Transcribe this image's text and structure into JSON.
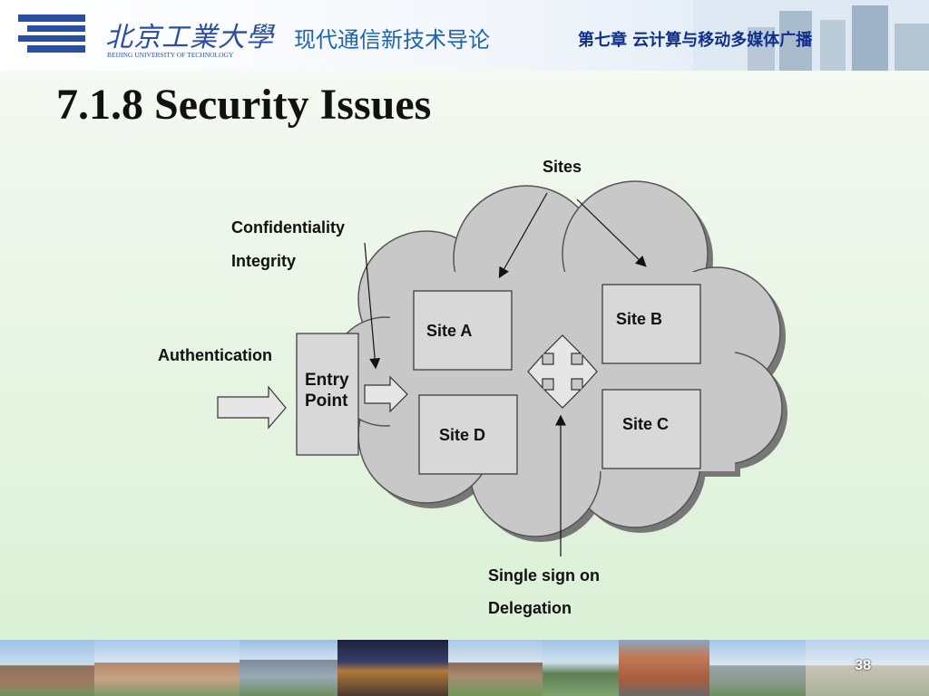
{
  "header": {
    "logo_cn": "北京工業大學",
    "logo_en": "BEIJING UNIVERSITY OF TECHNOLOGY",
    "course_title": "现代通信新技术导论",
    "chapter_title": "第七章 云计算与移动多媒体广播"
  },
  "slide": {
    "title": "7.1.8 Security Issues",
    "page_number": "38"
  },
  "diagram": {
    "sites_label": "Sites",
    "confidentiality_label": "Confidentiality",
    "integrity_label": "Integrity",
    "authentication_label": "Authentication",
    "entry_line1": "Entry",
    "entry_line2": "Point",
    "site_a": "Site A",
    "site_b": "Site B",
    "site_c": "Site C",
    "site_d": "Site D",
    "sso_label": "Single sign on",
    "delegation_label": "Delegation"
  },
  "colors": {
    "course_title": "#1f63b3",
    "chapter_title": "#0f2f8a",
    "cloud_fill": "#c8c8c8",
    "box_fill": "#d8d8d8"
  }
}
